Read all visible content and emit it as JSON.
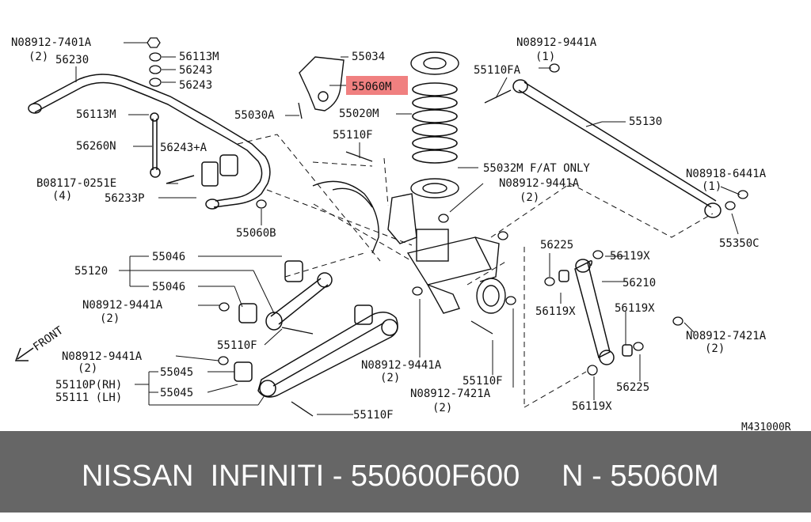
{
  "callouts": [
    {
      "key": "c1",
      "text": "N08912-7401A"
    },
    {
      "key": "c2",
      "text": "(2)"
    },
    {
      "key": "c3",
      "text": "56230"
    },
    {
      "key": "c4",
      "text": "56113M"
    },
    {
      "key": "c5",
      "text": "56243"
    },
    {
      "key": "c6",
      "text": "56243"
    },
    {
      "key": "c7",
      "text": "56113M"
    },
    {
      "key": "c8",
      "text": "56260N"
    },
    {
      "key": "c9",
      "text": "56243+A"
    },
    {
      "key": "c10",
      "text": "B08117-0251E"
    },
    {
      "key": "c11",
      "text": "(4)"
    },
    {
      "key": "c12",
      "text": "56233P"
    },
    {
      "key": "c13",
      "text": "55060B"
    },
    {
      "key": "c14",
      "text": "55034"
    },
    {
      "key": "c15",
      "text": "55060M"
    },
    {
      "key": "c16",
      "text": "55030A"
    },
    {
      "key": "c17",
      "text": "55020M"
    },
    {
      "key": "c18",
      "text": "55110F"
    },
    {
      "key": "c19",
      "text": "55032M F/AT ONLY"
    },
    {
      "key": "c20",
      "text": "N08912-9441A"
    },
    {
      "key": "c21",
      "text": "(2)"
    },
    {
      "key": "c22",
      "text": "N08912-9441A"
    },
    {
      "key": "c23",
      "text": "(1)"
    },
    {
      "key": "c24",
      "text": "55110FA"
    },
    {
      "key": "c25",
      "text": "55130"
    },
    {
      "key": "c26",
      "text": "N08918-6441A"
    },
    {
      "key": "c27",
      "text": "(1)"
    },
    {
      "key": "c28",
      "text": "55350C"
    },
    {
      "key": "c29",
      "text": "55120"
    },
    {
      "key": "c30",
      "text": "55046"
    },
    {
      "key": "c31",
      "text": "55046"
    },
    {
      "key": "c32",
      "text": "N08912-9441A"
    },
    {
      "key": "c33",
      "text": "(2)"
    },
    {
      "key": "c34",
      "text": "55110F"
    },
    {
      "key": "c35",
      "text": "FRONT"
    },
    {
      "key": "c36",
      "text": "N08912-9441A"
    },
    {
      "key": "c37",
      "text": "(2)"
    },
    {
      "key": "c38",
      "text": "55045"
    },
    {
      "key": "c39",
      "text": "55110P(RH)"
    },
    {
      "key": "c40",
      "text": "55111 (LH)"
    },
    {
      "key": "c41",
      "text": "55045"
    },
    {
      "key": "c42",
      "text": "55110F"
    },
    {
      "key": "c43",
      "text": "N08912-9441A"
    },
    {
      "key": "c44",
      "text": "(2)"
    },
    {
      "key": "c45",
      "text": "55110F"
    },
    {
      "key": "c46",
      "text": "N08912-7421A"
    },
    {
      "key": "c47",
      "text": "(2)"
    },
    {
      "key": "c48",
      "text": "56225"
    },
    {
      "key": "c49",
      "text": "56119X"
    },
    {
      "key": "c50",
      "text": "56210"
    },
    {
      "key": "c51",
      "text": "56119X"
    },
    {
      "key": "c52",
      "text": "56119X"
    },
    {
      "key": "c53",
      "text": "N08912-7421A"
    },
    {
      "key": "c54",
      "text": "(2)"
    },
    {
      "key": "c55",
      "text": "56225"
    },
    {
      "key": "c56",
      "text": "56119X"
    },
    {
      "key": "c57",
      "text": "M431000R"
    }
  ],
  "banner": {
    "text": "NISSAN  INFINITI - 550600F600     N - 55060M",
    "background": "#666666",
    "text_color": "#ffffff"
  },
  "highlight": {
    "part": "55060M",
    "color": "#f08080"
  }
}
